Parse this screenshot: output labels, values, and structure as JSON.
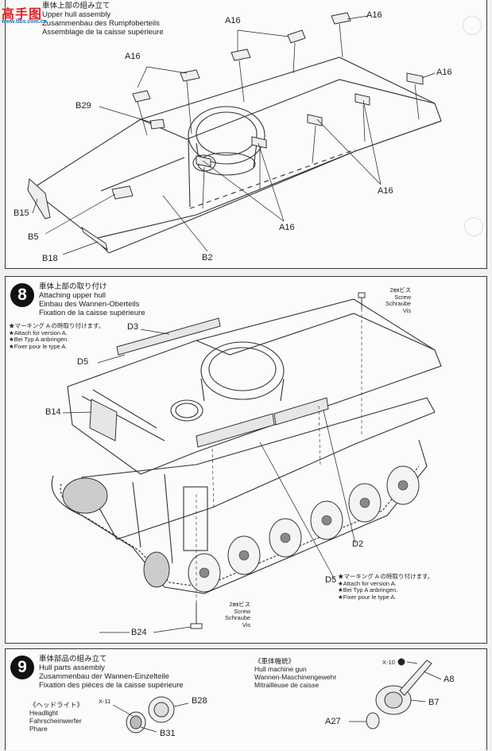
{
  "logo": {
    "text": "高手图",
    "url": "www.bbs.com.cn"
  },
  "step7": {
    "title_ja": "車体上部の組み立て",
    "title_en": "Upper hull assembly",
    "title_de": "Zusammenbau des Rumpfoberteils",
    "title_fr": "Assemblage de la caisse supérieure",
    "labels": {
      "a16": "A16",
      "b29": "B29",
      "b15": "B15",
      "b5": "B5",
      "b18": "B18",
      "b2": "B2"
    }
  },
  "step8": {
    "number": "8",
    "title_ja": "車体上部の取り付け",
    "title_en": "Attaching upper hull",
    "title_de": "Einbau des Wannen-Oberteils",
    "title_fr": "Fixation de la caisse supérieure",
    "note_top": [
      "★マーキング A の時取り付けます。",
      "★Attach for version A.",
      "★Bei Typ A anbringen.",
      "★Fixer pour le type A."
    ],
    "note_bottom": [
      "★マーキング A の時取り付けます。",
      "★Attach for version A.",
      "★Bei Typ A anbringen.",
      "★Fixer pour le type A."
    ],
    "screw_label": [
      "2㎜ビス",
      "Screw",
      "Schraube",
      "Vis"
    ],
    "labels": {
      "d3": "D3",
      "d5": "D5",
      "b14": "B14",
      "d2": "D2",
      "d5b": "D5",
      "b24": "B24"
    }
  },
  "step9": {
    "number": "9",
    "title_ja": "車体部品の組み立て",
    "title_en": "Hull parts assembly",
    "title_de": "Zusammenbau der Wannen-Einzelteile",
    "title_fr": "Fixation des pièces de la caisse supérieure",
    "headlight": {
      "ja": "《ヘッドライト》",
      "en": "Headlight",
      "de": "Fahrscheinwerfer",
      "fr": "Phare"
    },
    "mg": {
      "ja": "《車体機銃》",
      "en": "Hull machine gun",
      "de": "Wannen-Maschinengewehr",
      "fr": "Mitrailleuse de caisse"
    },
    "labels": {
      "x11": "X-11",
      "b28": "B28",
      "b31": "B31",
      "x10": "X-10",
      "a8": "A8",
      "b7": "B7",
      "a27": "A27"
    }
  }
}
